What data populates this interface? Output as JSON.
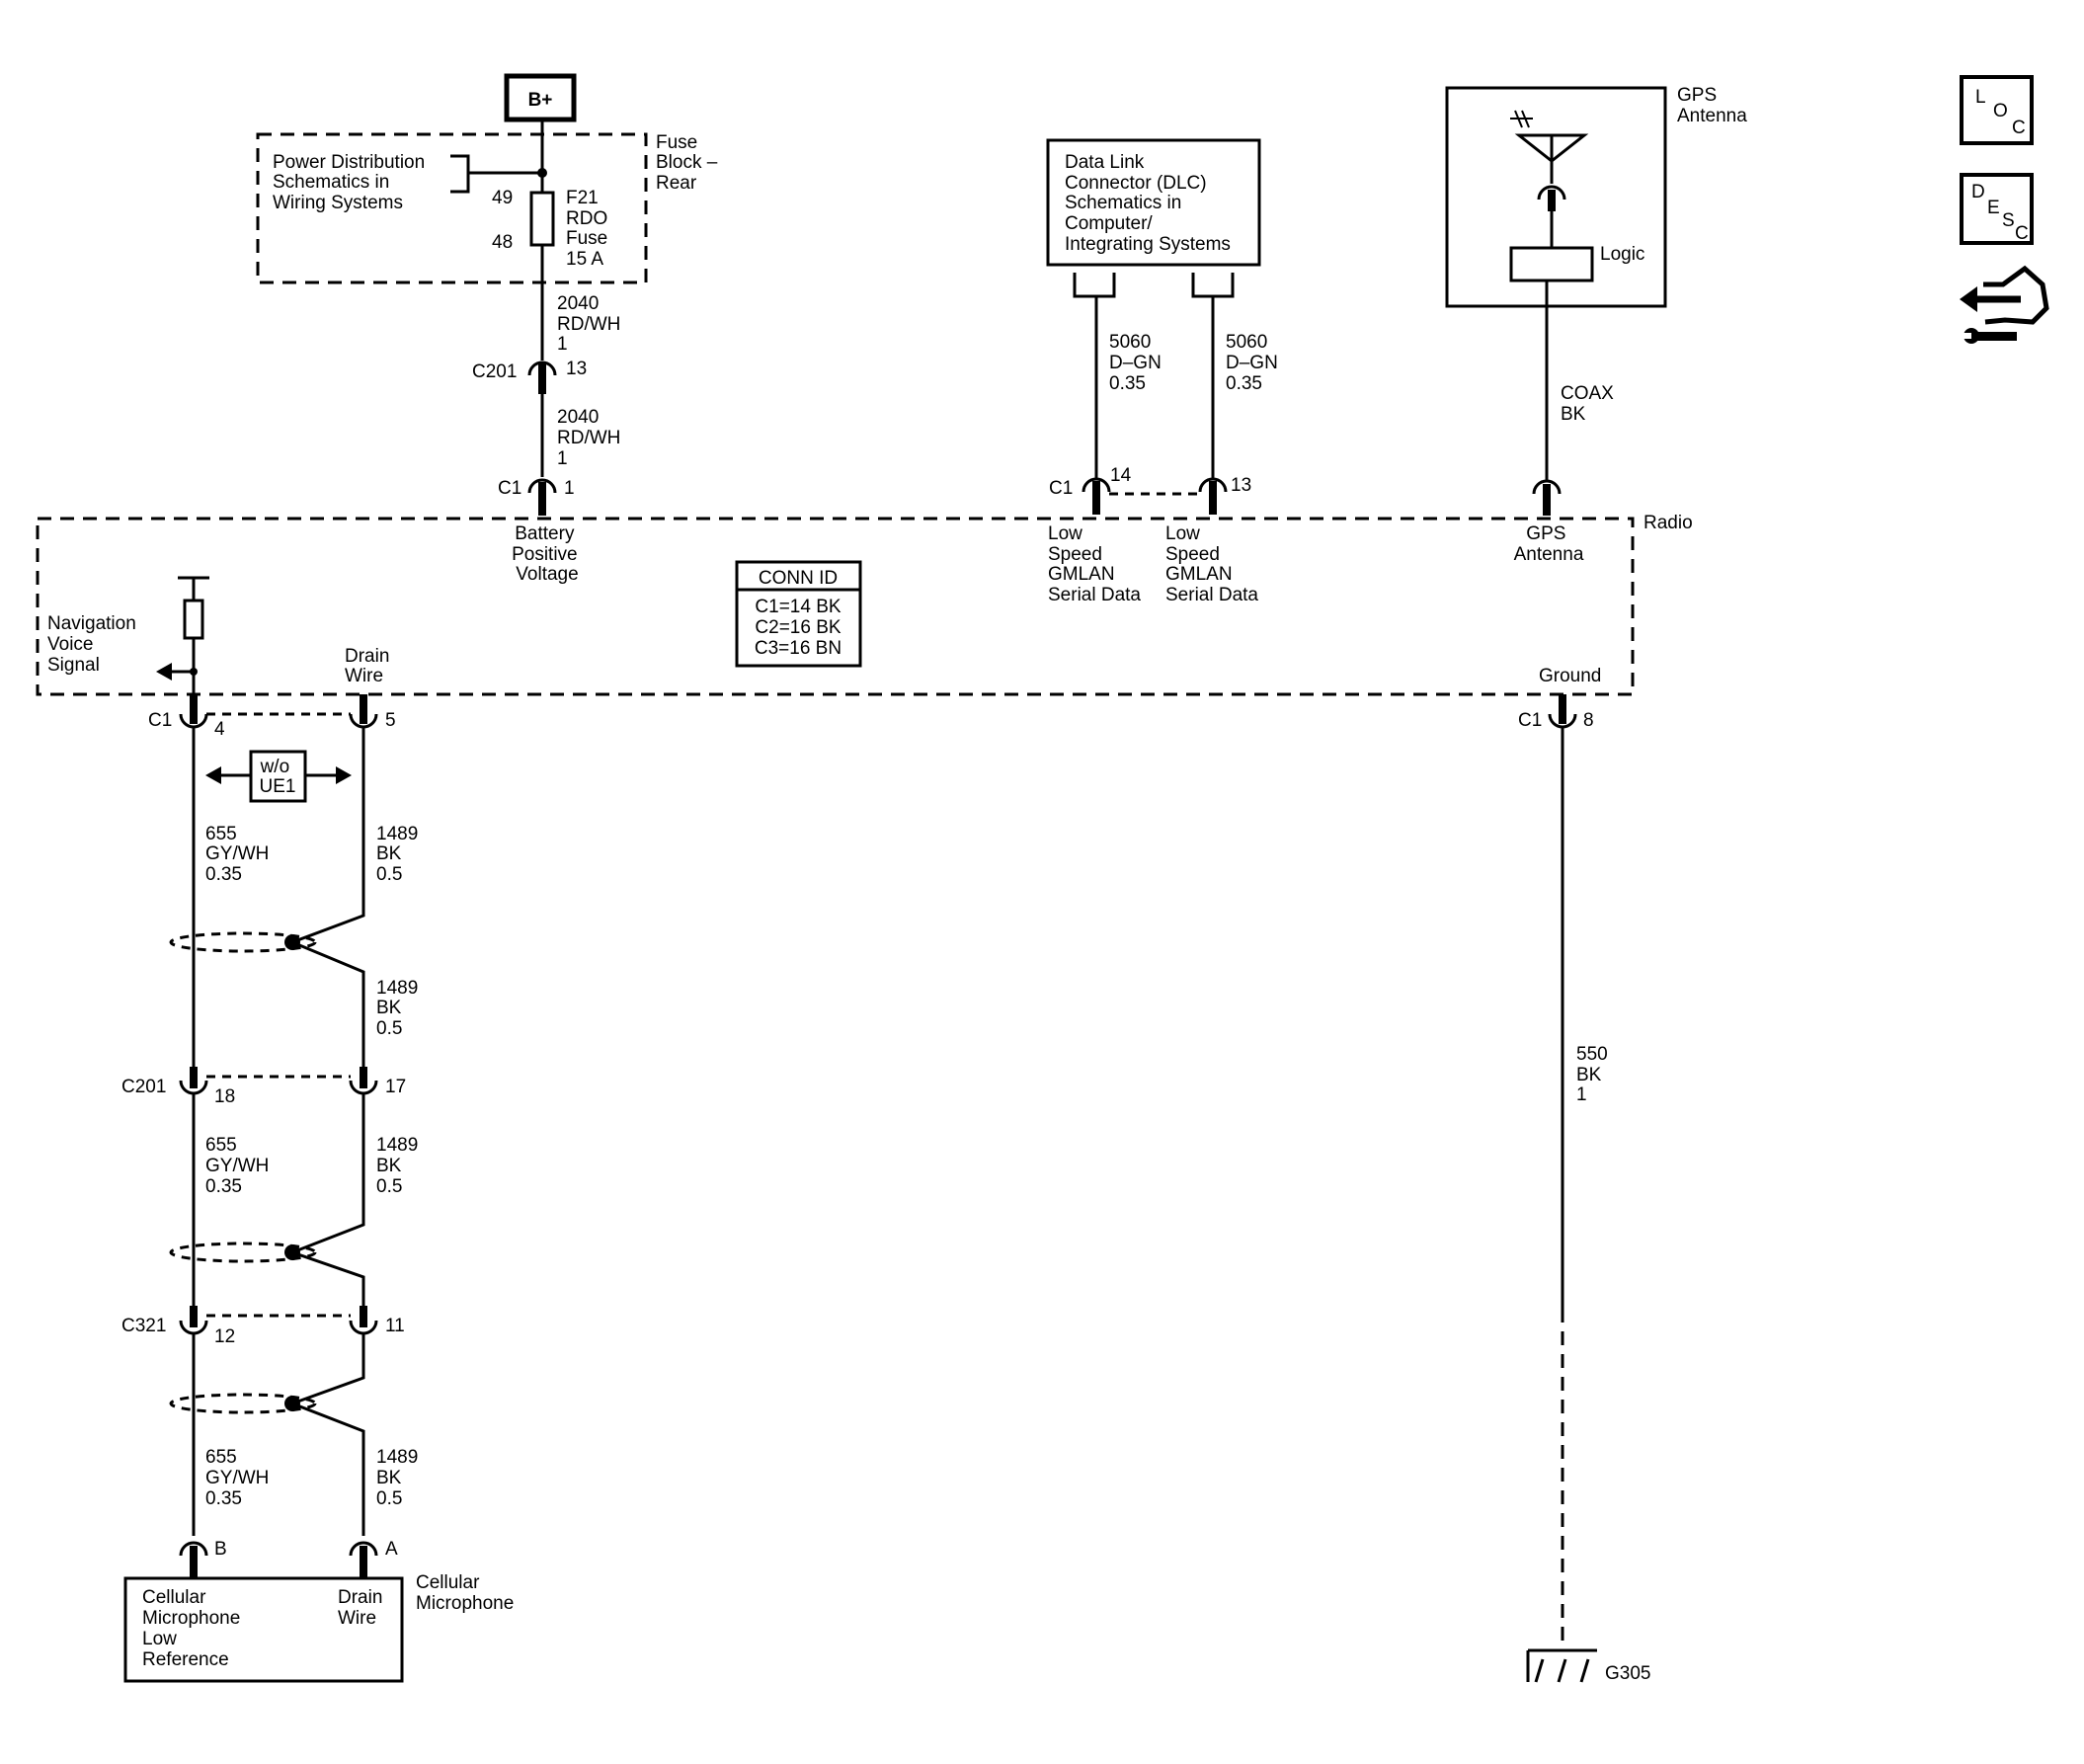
{
  "top_supply": {
    "bplus_label": "B+",
    "power_distribution": [
      "Power Distribution",
      "Schematics in",
      "Wiring Systems"
    ],
    "fuse_block": [
      "Fuse",
      "Block –",
      "Rear"
    ],
    "fuse_pin_in": "49",
    "fuse_pin_out": "48",
    "fuse_info": [
      "F21",
      "RDO",
      "Fuse",
      "15 A"
    ],
    "wire_upper": [
      "2040",
      "RD/WH",
      "1"
    ],
    "connector_mid": "C201",
    "connector_mid_pin": "13",
    "wire_lower": [
      "2040",
      "RD/WH",
      "1"
    ],
    "radio_conn": "C1",
    "radio_pin": "1",
    "radio_pin_label": [
      "Battery",
      "Positive",
      "Voltage"
    ]
  },
  "dlc": {
    "box": [
      "Data Link",
      "Connector (DLC)",
      "Schematics in",
      "Computer/",
      "Integrating Systems"
    ],
    "wire_left": [
      "5060",
      "D–GN",
      "0.35"
    ],
    "wire_right": [
      "5060",
      "D–GN",
      "0.35"
    ],
    "conn": "C1",
    "pin_left": "14",
    "pin_right": "13",
    "label_left": [
      "Low",
      "Speed",
      "GMLAN",
      "Serial Data"
    ],
    "label_right": [
      "Low",
      "Speed",
      "GMLAN",
      "Serial Data"
    ]
  },
  "gps": {
    "title": [
      "GPS",
      "Antenna"
    ],
    "logic": "Logic",
    "wire": [
      "COAX",
      "BK"
    ],
    "pin_label": [
      "GPS",
      "Antenna"
    ]
  },
  "radio": {
    "name": "Radio",
    "conn_id_title": "CONN ID",
    "conn_id_rows": [
      "C1=14 BK",
      "C2=16 BK",
      "C3=16 BN"
    ],
    "nav_voice": [
      "Navigation",
      "Voice",
      "Signal"
    ],
    "drain_wire": [
      "Drain",
      "Wire"
    ],
    "ground_label": "Ground"
  },
  "mic_circuit": {
    "c1": "C1",
    "c1_pin_left": "4",
    "c1_pin_right": "5",
    "option": [
      "w/o",
      "UE1"
    ],
    "wire_gy": [
      "655",
      "GY/WH",
      "0.35"
    ],
    "wire_bk": [
      "1489",
      "BK",
      "0.5"
    ],
    "c201": "C201",
    "c201_pin_left": "18",
    "c201_pin_right": "17",
    "c321": "C321",
    "c321_pin_left": "12",
    "c321_pin_right": "11",
    "mic_pin_b": "B",
    "mic_pin_a": "A",
    "mic_box_left": [
      "Cellular",
      "Microphone",
      "Low",
      "Reference"
    ],
    "mic_box_right": [
      "Drain",
      "Wire"
    ],
    "mic_name": [
      "Cellular",
      "Microphone"
    ]
  },
  "ground_circuit": {
    "conn": "C1",
    "pin": "8",
    "wire": [
      "550",
      "BK",
      "1"
    ],
    "ground_id": "G305"
  },
  "side_icons": {
    "loc": [
      "L",
      "O",
      "C"
    ],
    "desc": [
      "D",
      "E",
      "S",
      "C"
    ]
  }
}
